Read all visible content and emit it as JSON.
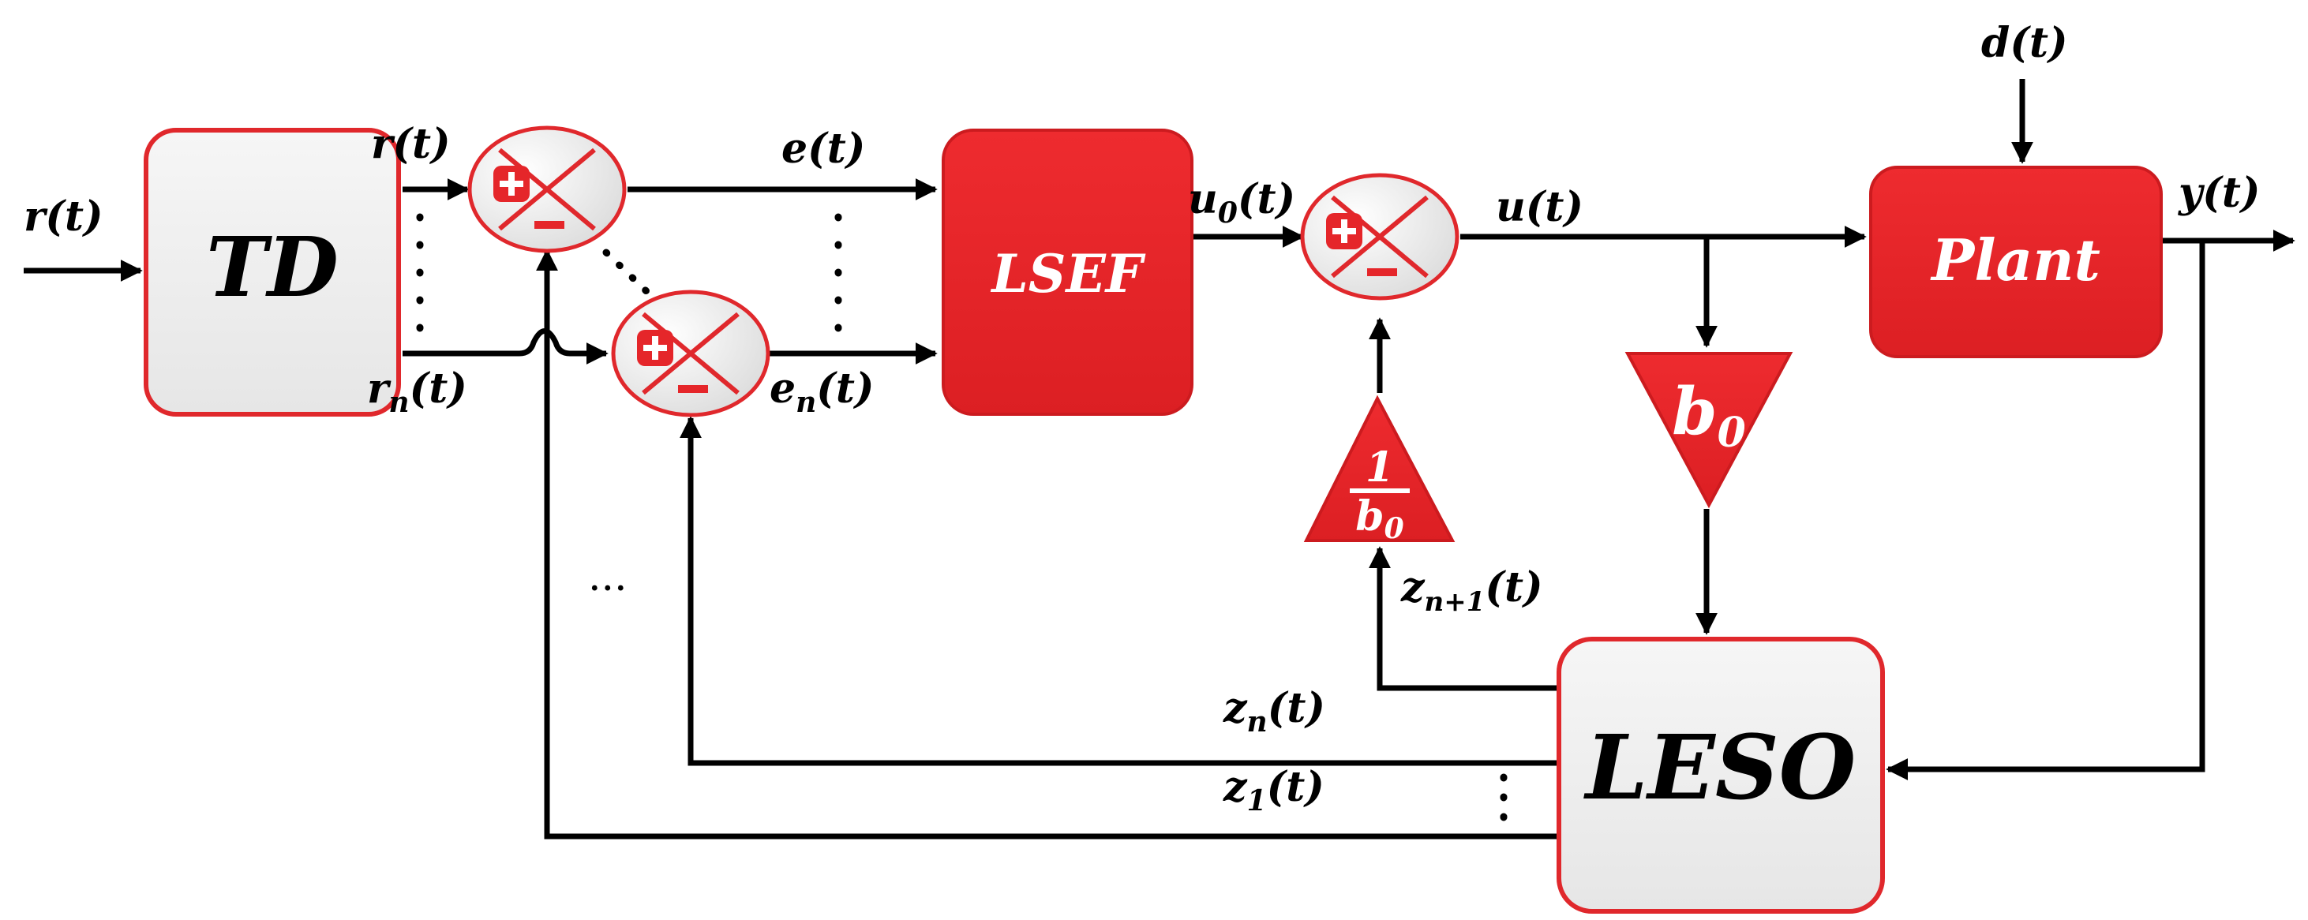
{
  "blocks": {
    "td": "TD",
    "lsef": "LSEF",
    "plant": "Plant",
    "leso": "LESO",
    "b0": "b",
    "b0_sub": "0",
    "inv_num": "1",
    "inv_den": "b",
    "inv_den_sub": "0"
  },
  "signals": {
    "r_in": "r(t)",
    "r": "r(t)",
    "rn_main": "r",
    "rn_sub": "n",
    "rn_arg": "(t)",
    "e": "e(t)",
    "en_main": "e",
    "en_sub": "n",
    "en_arg": "(t)",
    "u0_main": "u",
    "u0_sub": "0",
    "u0_arg": "(t)",
    "u": "u(t)",
    "d": "d(t)",
    "y": "y(t)",
    "zn1_main": "z",
    "zn1_sub": "n+1",
    "zn1_arg": "(t)",
    "zn_main": "z",
    "zn_sub": "n",
    "zn_arg": "(t)",
    "z1_main": "z",
    "z1_sub": "1",
    "z1_arg": "(t)",
    "ellipsis": "..."
  },
  "summing_junctions": {
    "plus": "+",
    "minus": "−"
  },
  "colors": {
    "accent_red": "#e5262a",
    "gray_block": "#efefef",
    "block_border_red": "#e0282c",
    "wire": "#000000"
  }
}
